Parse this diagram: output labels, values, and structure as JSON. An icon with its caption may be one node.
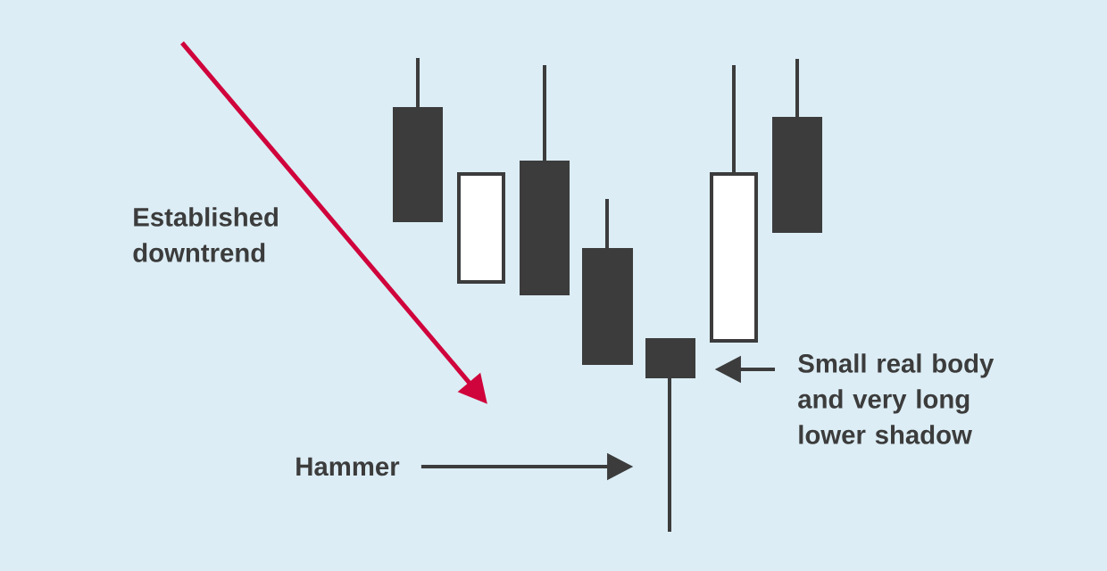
{
  "diagram": {
    "nodes": [
      {
        "text": [
          "Established downtrend"
        ]
      },
      {
        "text": [
          "Hammer"
        ]
      },
      {
        "text": [
          "Small real body and very long lower shadow"
        ]
      },
      {
        "text": [],
        "shape": "bar"
      }
    ],
    "edges": [
      {
        "from": 1,
        "to": 3,
        "arrow": "to"
      },
      {
        "from": 2,
        "to": 3,
        "arrow": "to"
      }
    ]
  }
}
